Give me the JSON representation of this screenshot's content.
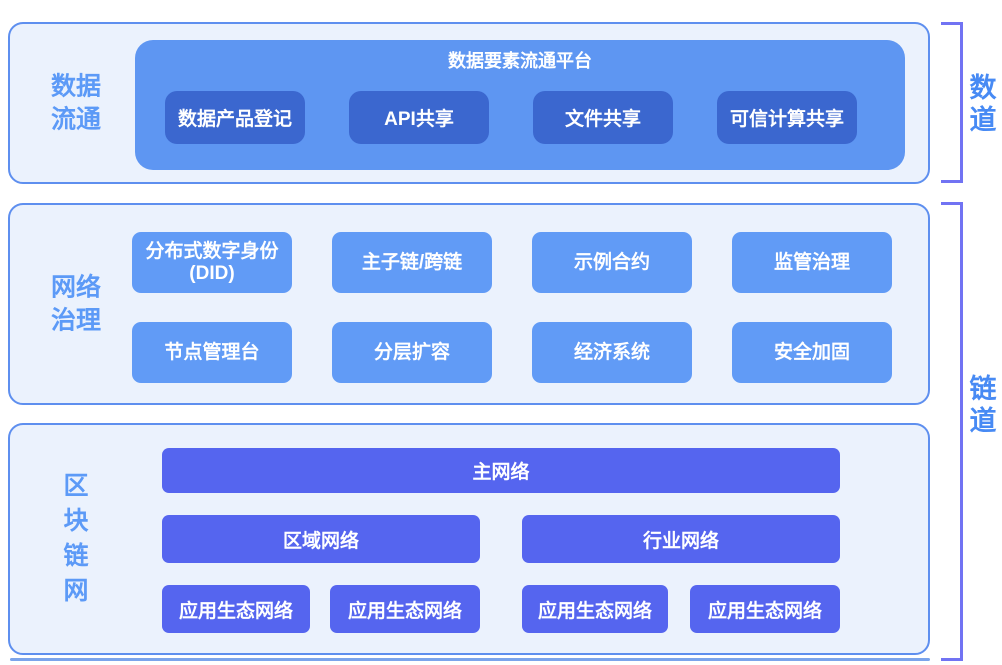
{
  "colors": {
    "panel_background": "#EBF2FD",
    "panel_border": "#5E8FEF",
    "platform_box": "#5E96F2",
    "platform_button": "#3B67CF",
    "governance_button": "#619BF6",
    "network_bar": "#5565EF",
    "section_label_text": "#5C9AF7",
    "annotation_text": "#478AF4",
    "bracket": "#7173F3",
    "button_text": "#FFFFFF"
  },
  "sections": [
    {
      "id": "data-circulation",
      "label": "数据\n流通",
      "platform": {
        "title": "数据要素流通平台",
        "buttons": [
          "数据产品登记",
          "API共享",
          "文件共享",
          "可信计算共享"
        ]
      }
    },
    {
      "id": "network-governance",
      "label": "网络\n治理",
      "buttons": [
        "分布式数字身份\n(DID)",
        "主子链/跨链",
        "示例合约",
        "监管治理",
        "节点管理台",
        "分层扩容",
        "经济系统",
        "安全加固"
      ]
    },
    {
      "id": "blockchain-network",
      "label": "区\n块\n链\n网",
      "main_network": "主网络",
      "sub_networks": [
        "区域网络",
        "行业网络"
      ],
      "app_networks": [
        "应用生态网络",
        "应用生态网络",
        "应用生态网络",
        "应用生态网络"
      ]
    }
  ],
  "annotations": [
    {
      "id": "data-channel",
      "label": "数\n道"
    },
    {
      "id": "chain-channel",
      "label": "链\n道"
    }
  ]
}
